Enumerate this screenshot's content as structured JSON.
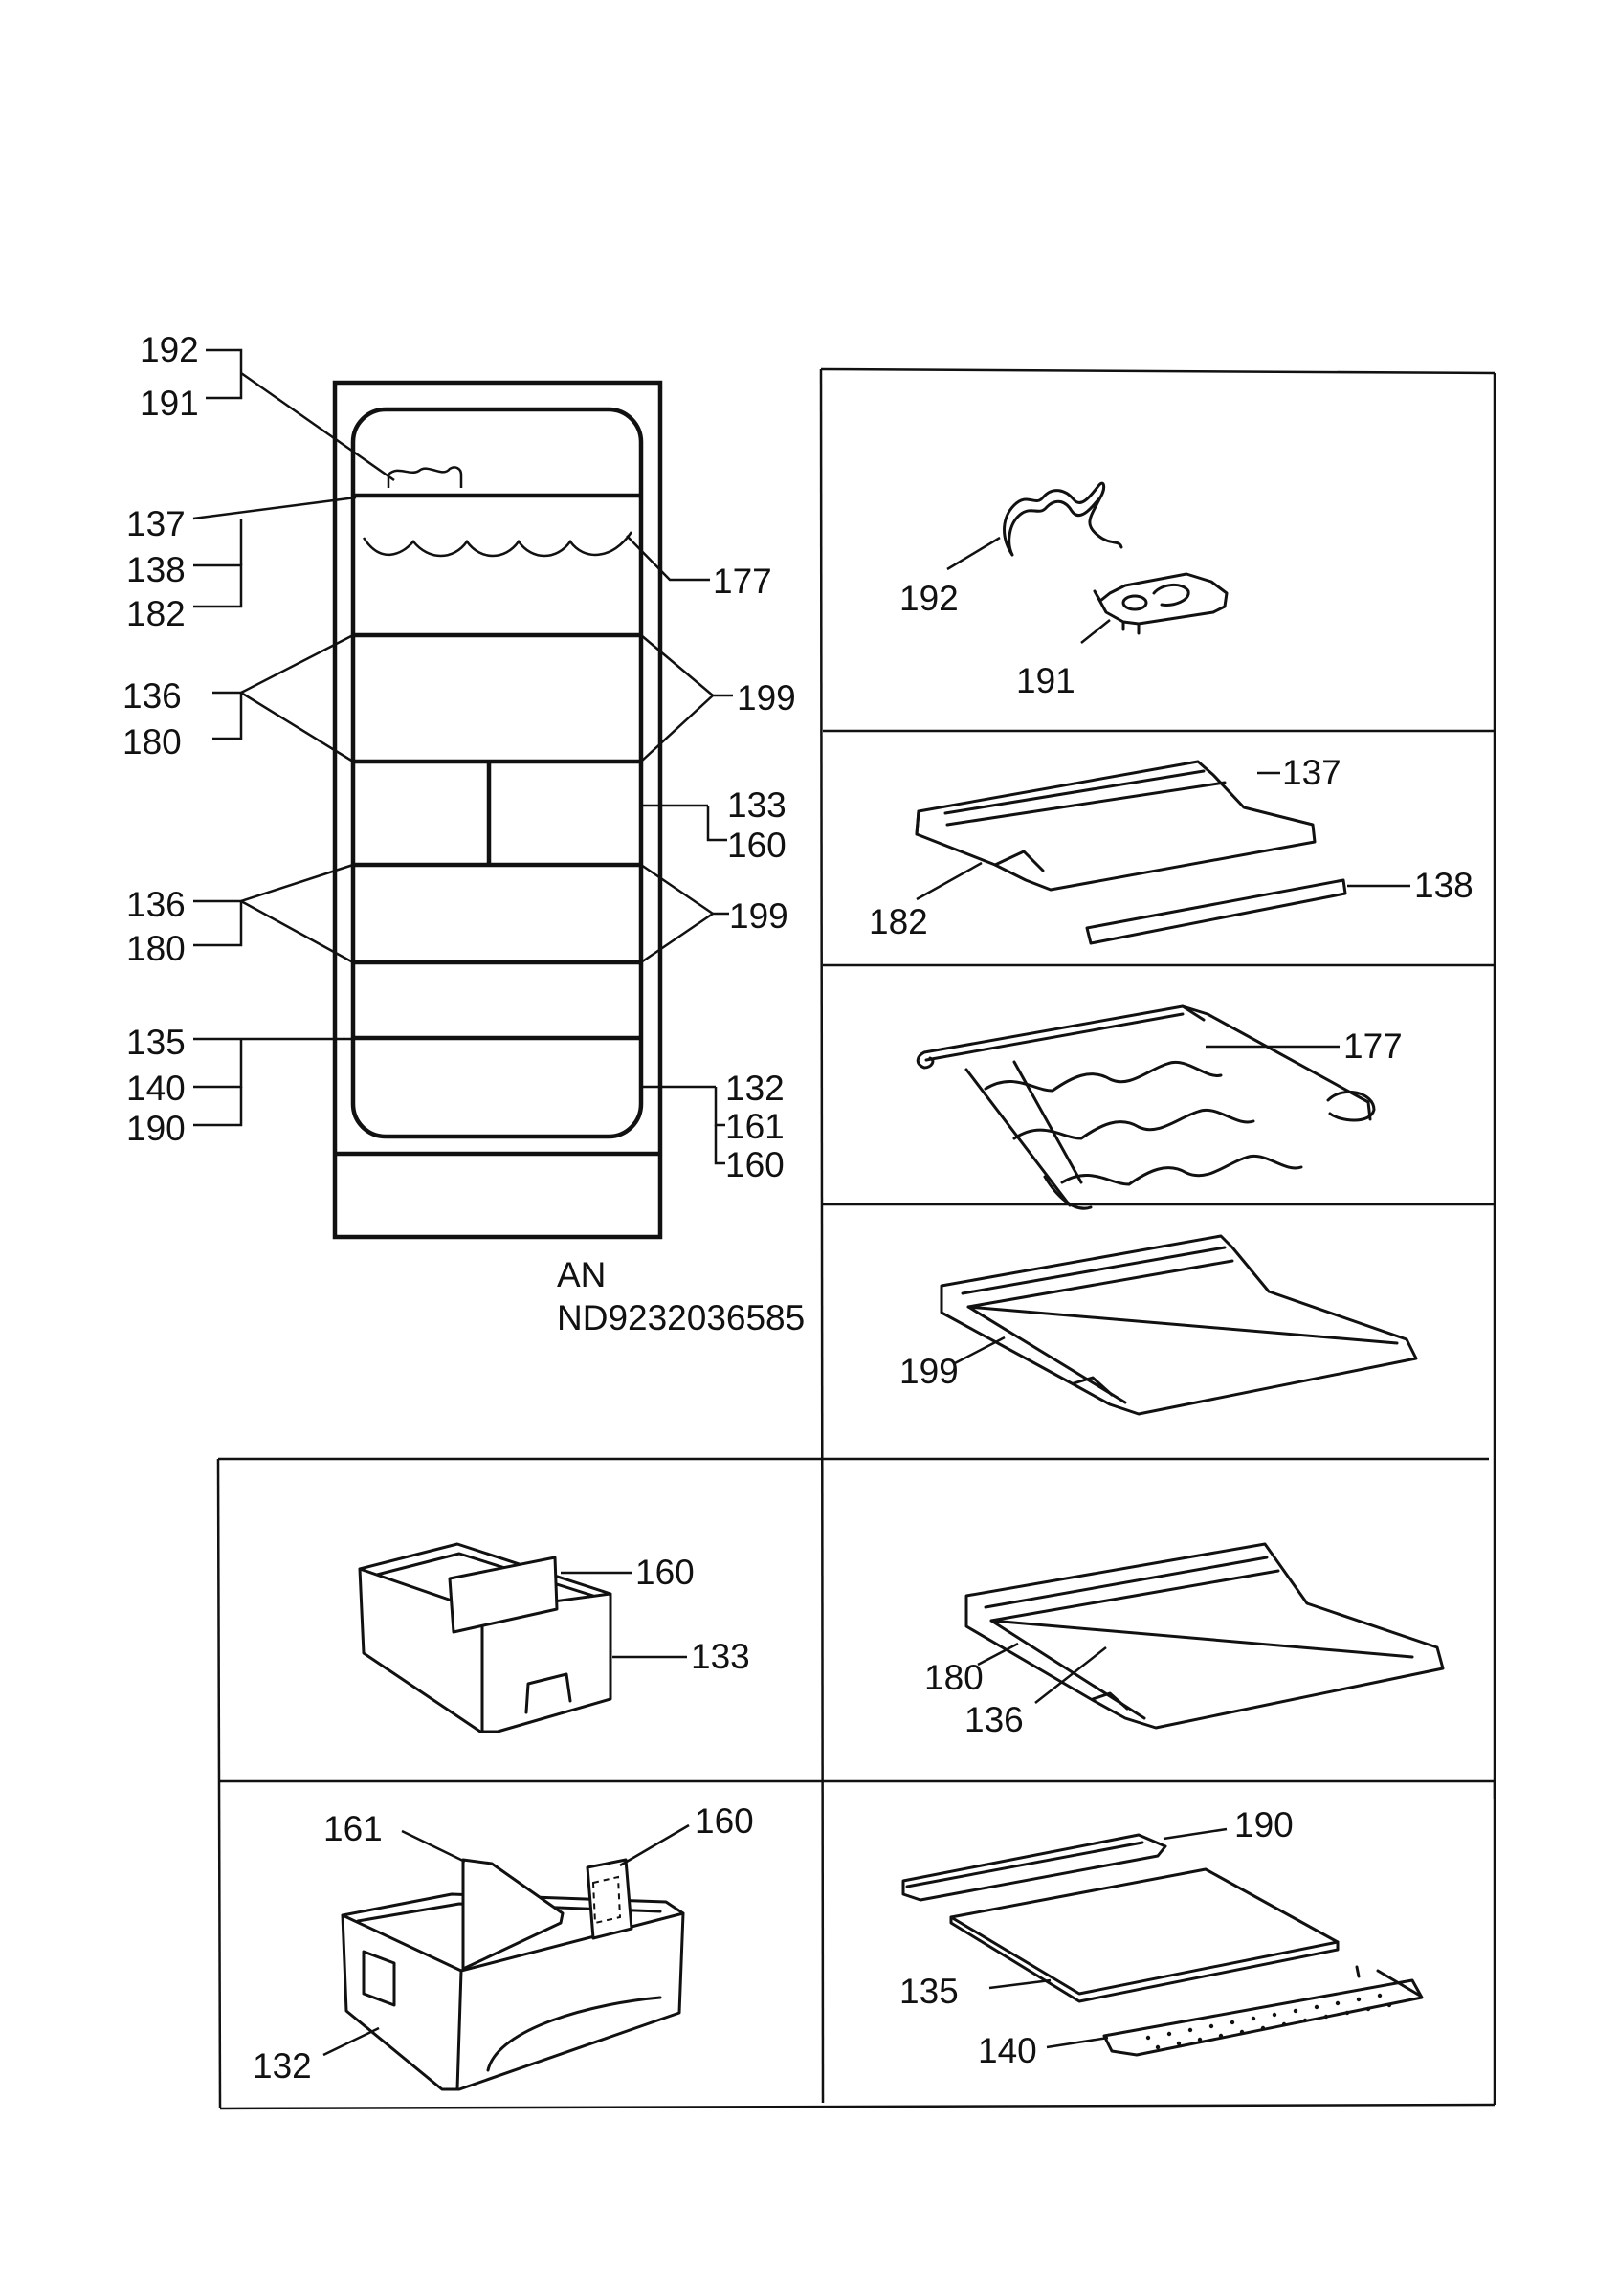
{
  "model": {
    "line1": "AN",
    "line2": "ND9232036585"
  },
  "callouts": {
    "c192": "192",
    "c191": "191",
    "c137": "137",
    "c138": "138",
    "c182": "182",
    "c177": "177",
    "c136a": "136",
    "c180a": "180",
    "c199a": "199",
    "c133": "133",
    "c160a": "160",
    "c136b": "136",
    "c180b": "180",
    "c199b": "199",
    "c135": "135",
    "c140": "140",
    "c190": "190",
    "c132": "132",
    "c161": "161",
    "c160b": "160"
  },
  "panels": {
    "p1": {
      "a": "192",
      "b": "191"
    },
    "p2": {
      "a": "137",
      "b": "182",
      "c": "138"
    },
    "p3": {
      "a": "177"
    },
    "p4": {
      "a": "199"
    },
    "p5": {
      "a": "180",
      "b": "136"
    },
    "p6": {
      "a": "160",
      "b": "133"
    },
    "p7": {
      "a": "161",
      "b": "160",
      "c": "132"
    },
    "p8": {
      "a": "190",
      "b": "135",
      "c": "140"
    }
  }
}
